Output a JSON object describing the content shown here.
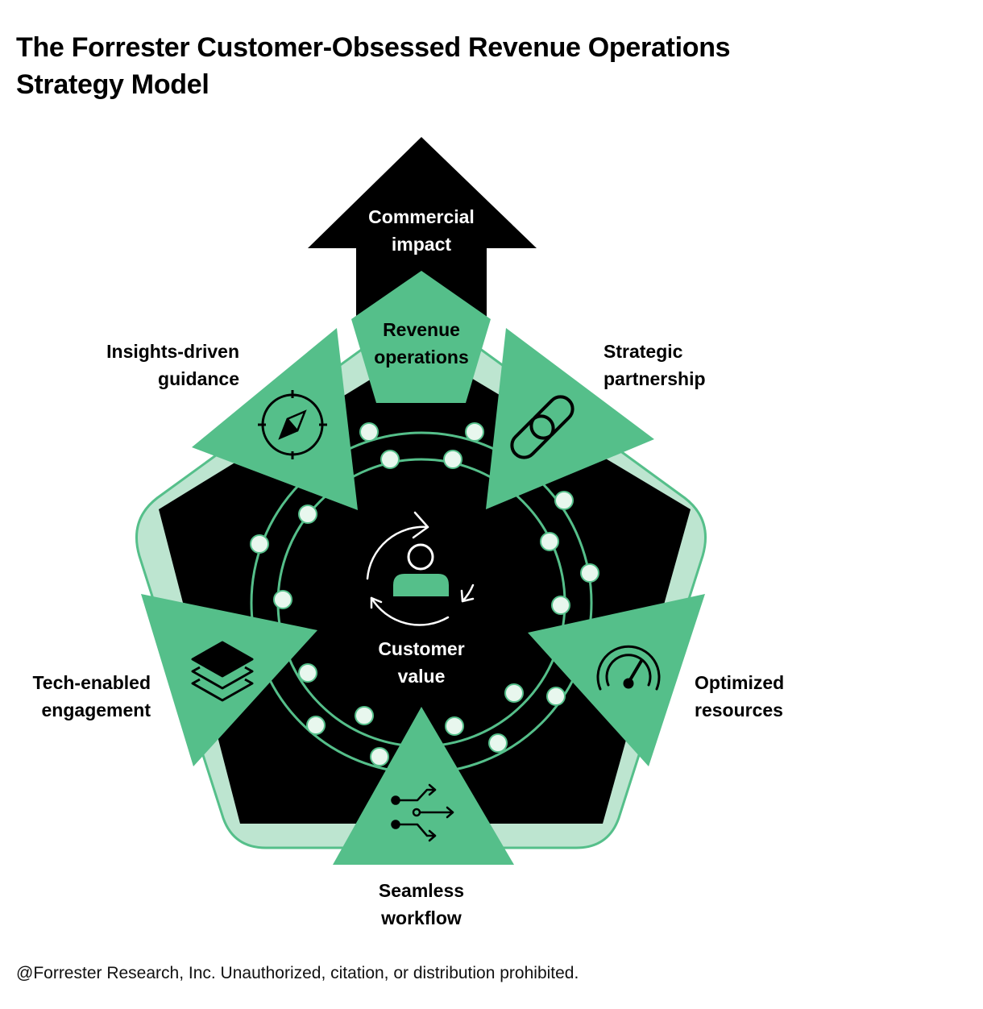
{
  "title_line1": "The Forrester Customer-Obsessed Revenue Operations",
  "title_line2": "Strategy Model",
  "arrow": {
    "line1": "Commercial",
    "line2": "impact"
  },
  "core": {
    "line1": "Revenue",
    "line2": "operations"
  },
  "center": {
    "line1": "Customer",
    "line2": "value"
  },
  "pillars": {
    "insights": {
      "line1": "Insights-driven",
      "line2": "guidance"
    },
    "strategic": {
      "line1": "Strategic",
      "line2": "partnership"
    },
    "tech": {
      "line1": "Tech-enabled",
      "line2": "engagement"
    },
    "optimized": {
      "line1": "Optimized",
      "line2": "resources"
    },
    "seamless": {
      "line1": "Seamless",
      "line2": "workflow"
    }
  },
  "footer": "@Forrester Research, Inc. Unauthorized, citation, or distribution prohibited.",
  "colors": {
    "green": "#55bf8a",
    "light_green": "#bde5d0",
    "black": "#000000",
    "dot_fill": "#e8f7ee"
  },
  "icons": [
    "compass-icon",
    "link-icon",
    "layers-icon",
    "speedometer-icon",
    "workflow-icon",
    "customer-cycle-icon"
  ]
}
